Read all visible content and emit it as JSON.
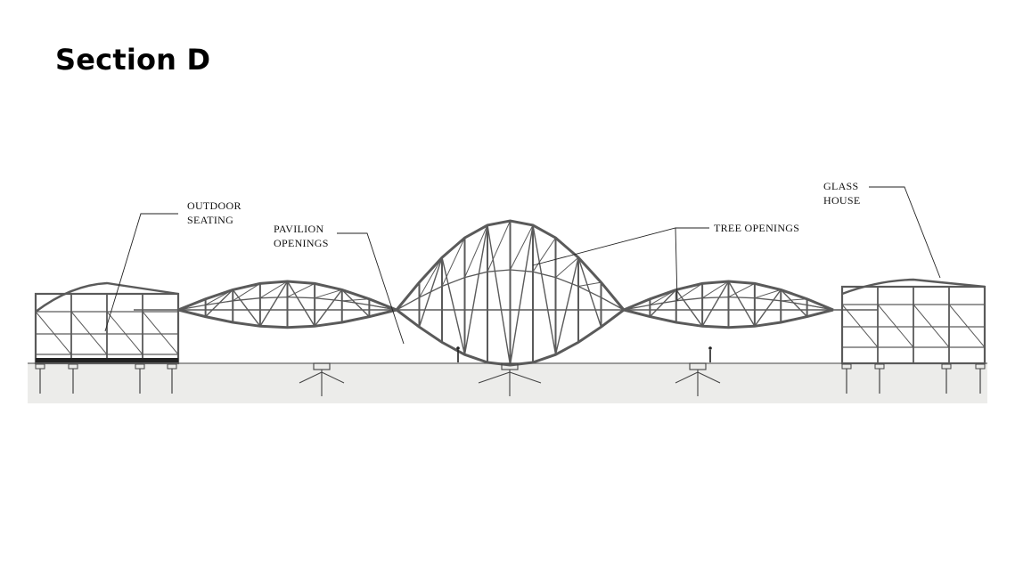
{
  "page": {
    "title": "Section D"
  },
  "labels": {
    "outdoor_seating": [
      "OUTDOOR",
      "SEATING"
    ],
    "pavilion_openings": [
      "PAVILION",
      "OPENINGS"
    ],
    "tree_openings": [
      "TREE OPENINGS"
    ],
    "glass_house": [
      "GLASS",
      "HOUSE"
    ]
  },
  "colors": {
    "frame": "#5a5a5a",
    "ground": "#ececea",
    "leader": "#222222"
  }
}
